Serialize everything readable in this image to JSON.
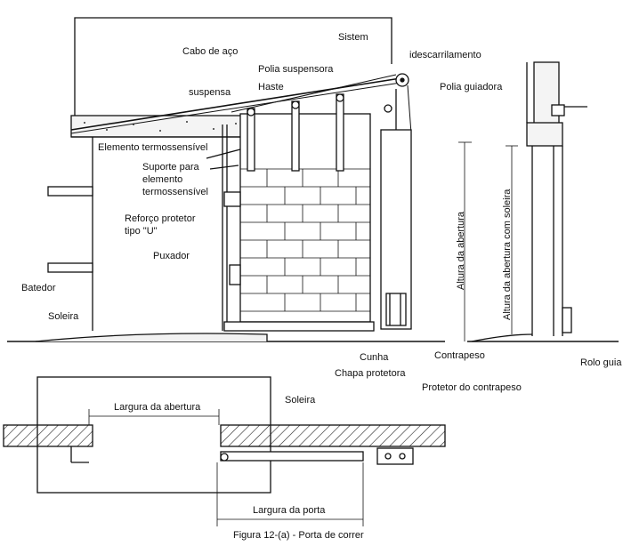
{
  "labels": {
    "sistem": "Sistem",
    "cabo_de_aco": "Cabo de aço",
    "idescarrilamento": "idescarrilamento",
    "polia_suspensora": "Polia suspensora",
    "polia_guiadora": "Polia guiadora",
    "suspensa": "suspensa",
    "haste": "Haste",
    "elemento_termossensivel": "Elemento termossensível",
    "suporte_line1": "Suporte para",
    "suporte_line2": "elemento",
    "suporte_line3": "termossensível",
    "reforco_line1": "Reforço protetor",
    "reforco_line2": "tipo \"U\"",
    "puxador": "Puxador",
    "batedor": "Batedor",
    "soleira_left": "Soleira",
    "cunha": "Cunha",
    "chapa_protetora": "Chapa protetora",
    "contrapeso": "Contrapeso",
    "protetor_do_contrapeso": "Protetor do contrapeso",
    "rolo_guia": "Rolo guia",
    "altura_da_abertura": "Altura da abertura",
    "altura_abertura_soleira": "Altura da abertura com soleira",
    "largura_da_abertura": "Largura da abertura",
    "soleira_plan": "Soleira",
    "largura_da_porta": "Largura da porta"
  },
  "caption": "Figura 12-(a) - Porta de correr"
}
